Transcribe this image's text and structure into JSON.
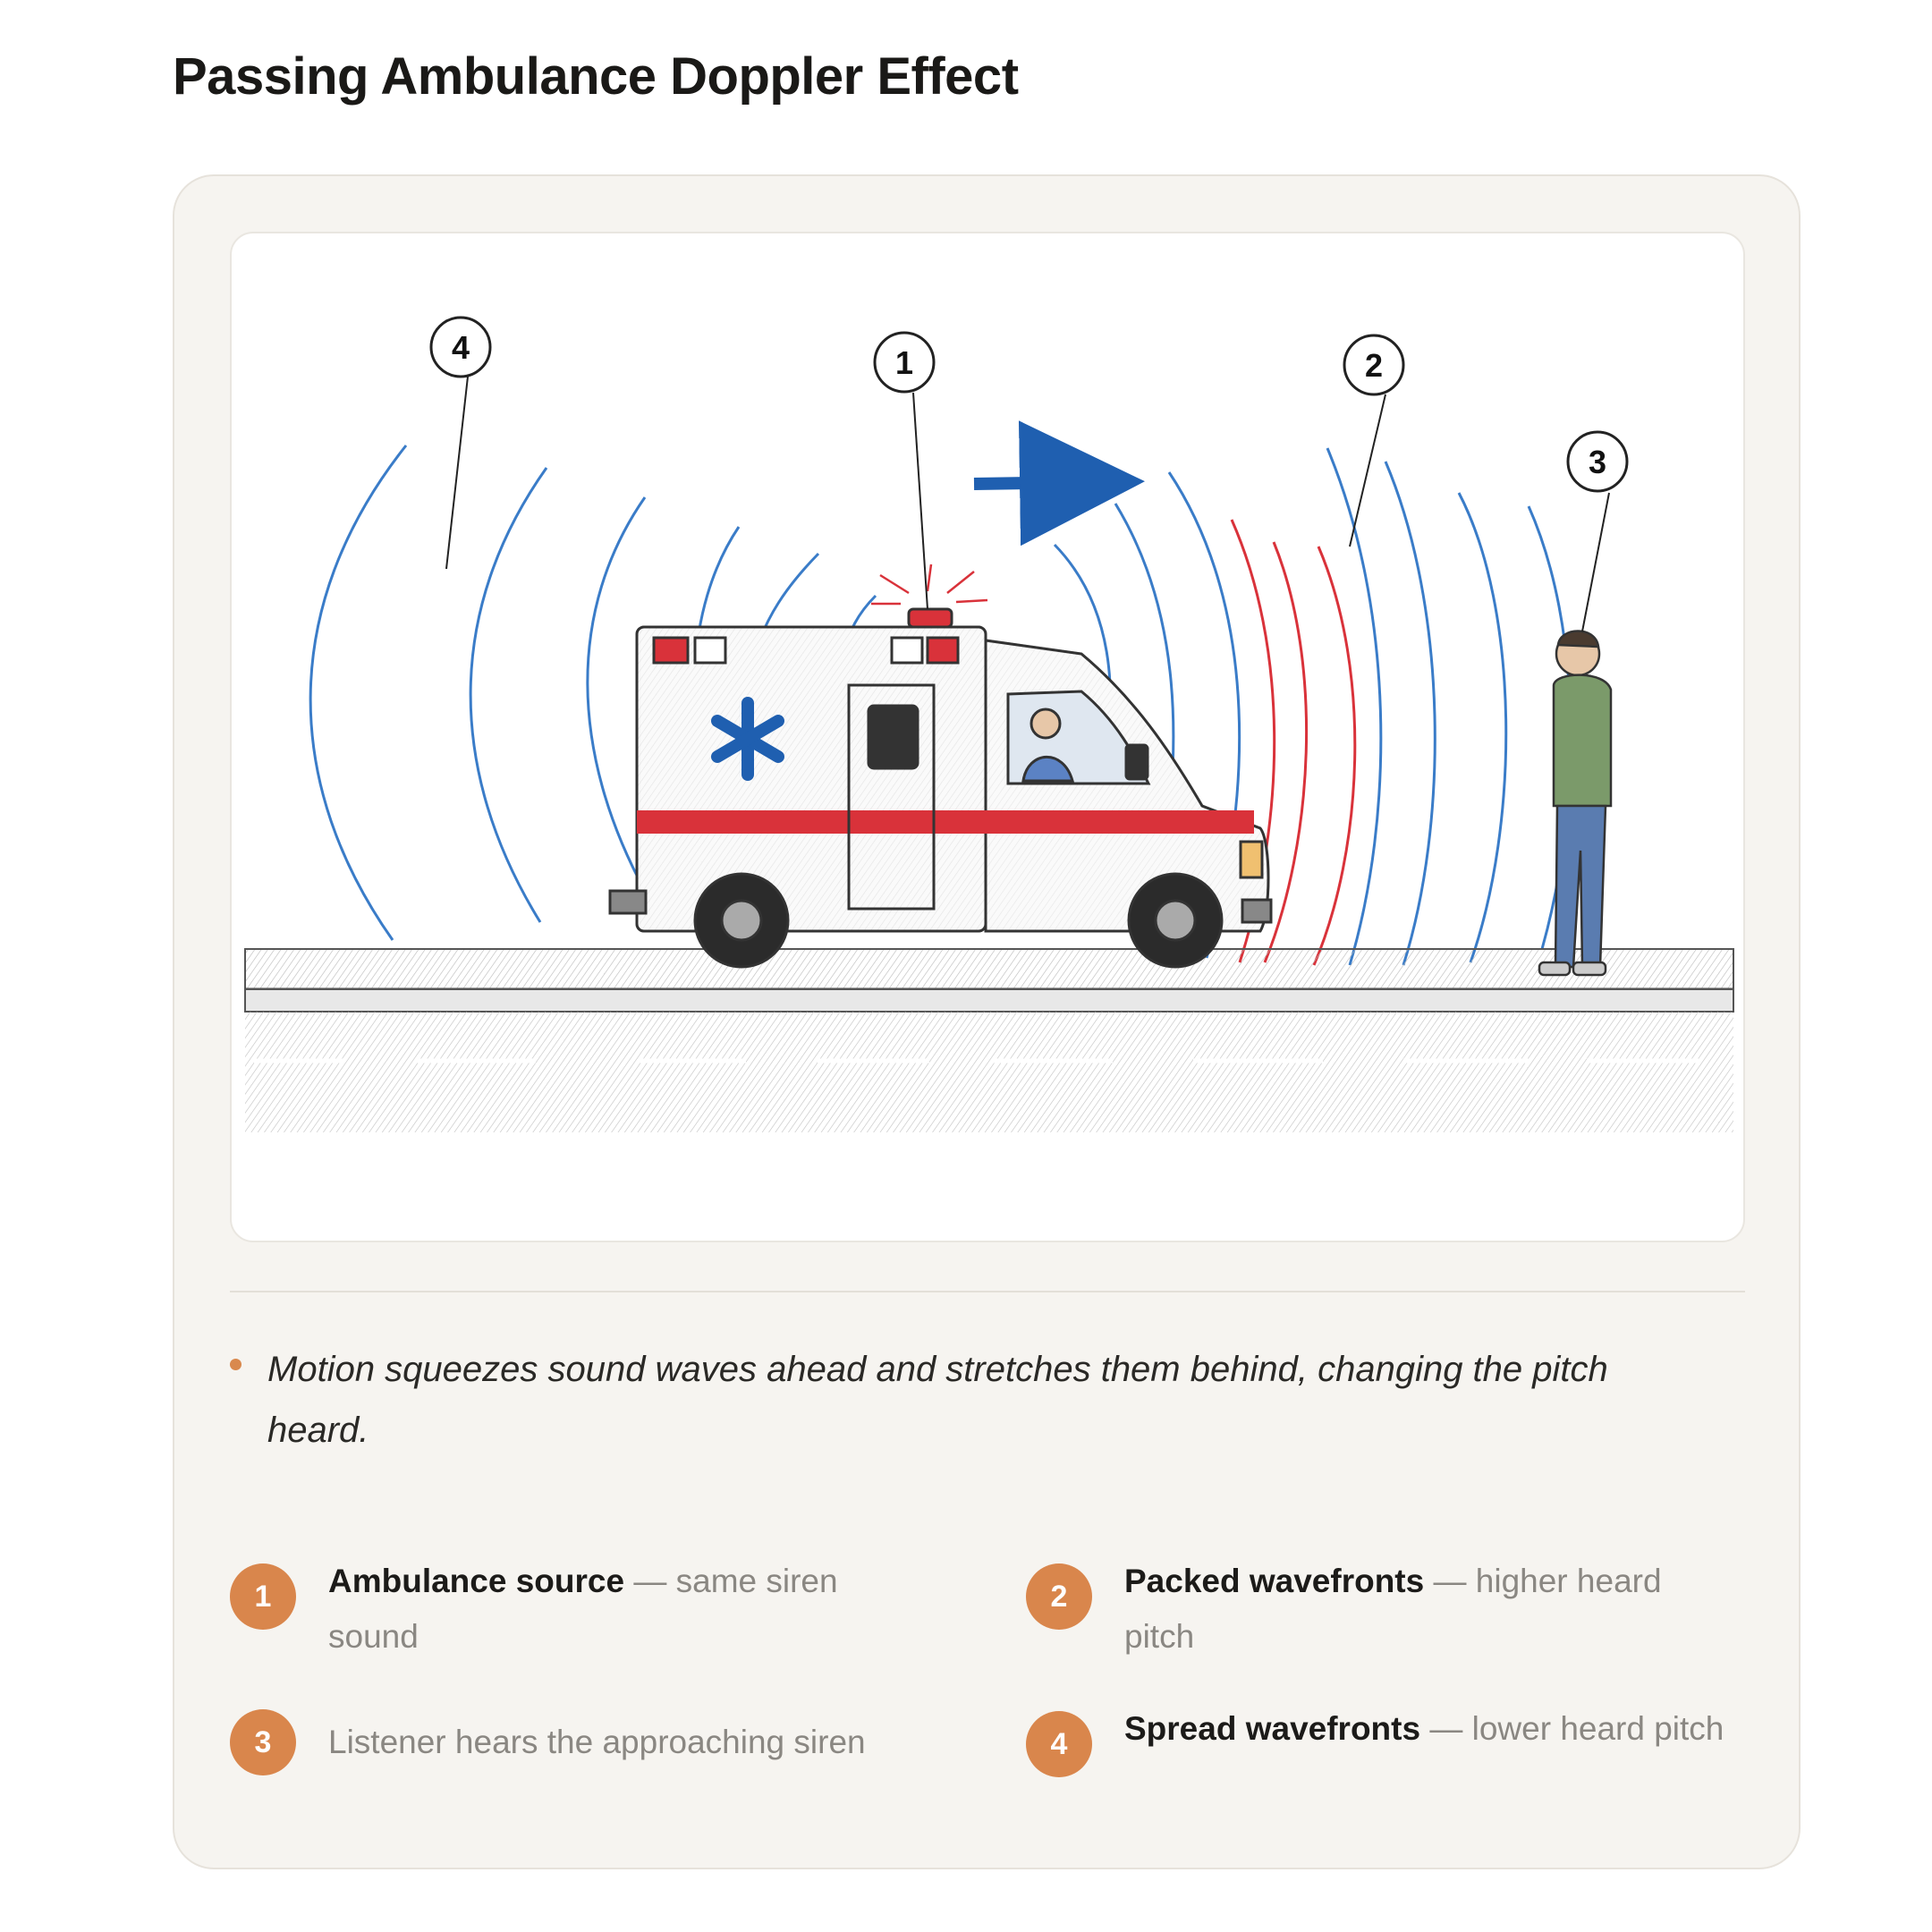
{
  "title": "Passing Ambulance Doppler Effect",
  "figure": {
    "callouts": [
      "1",
      "2",
      "3",
      "4"
    ],
    "colors": {
      "wave_blue": "#3a7cc8",
      "wave_red": "#d9323a",
      "arrow": "#1f5fb0"
    }
  },
  "caption": "Motion squeezes sound waves ahead and stretches them behind, changing the pitch heard.",
  "legend": [
    {
      "number": "1",
      "term": "Ambulance source",
      "separator": " — ",
      "desc": "same siren sound"
    },
    {
      "number": "2",
      "term": "Packed wavefronts",
      "separator": " — ",
      "desc": "higher heard pitch"
    },
    {
      "number": "3",
      "term": "",
      "separator": "",
      "desc": "Listener hears the approaching siren"
    },
    {
      "number": "4",
      "term": "Spread wavefronts",
      "separator": " — ",
      "desc": "lower heard pitch"
    }
  ],
  "accent_color": "#d9864c"
}
